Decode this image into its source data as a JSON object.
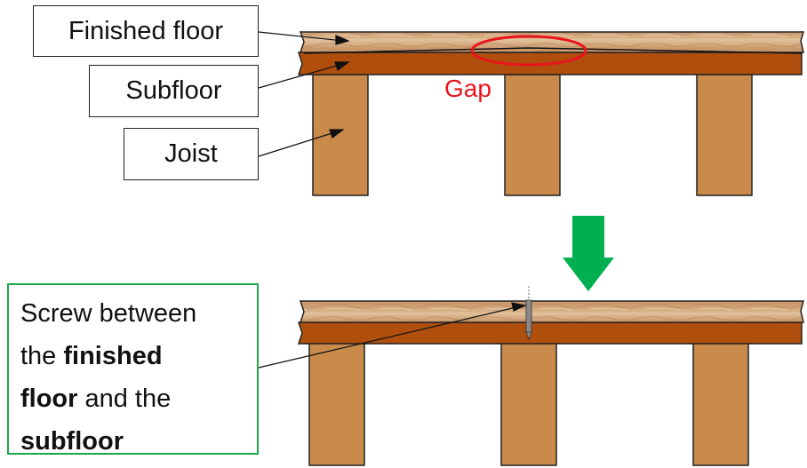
{
  "labels": {
    "finished_floor": "Finished floor",
    "subfloor": "Subfloor",
    "joist": "Joist",
    "gap": "Gap"
  },
  "note": {
    "l1": "Screw between",
    "l2a": "the ",
    "l2b": "finished",
    "l3a": "floor",
    "l3b": " and the",
    "l4": "subfloor"
  },
  "colors": {
    "wood_light": "#d6b088",
    "subfloor": "#b04f0d",
    "joist": "#c98a4b",
    "gap_circle": "#e8141b",
    "arrow_down": "#00b050",
    "note_border": "#1fa84a"
  }
}
